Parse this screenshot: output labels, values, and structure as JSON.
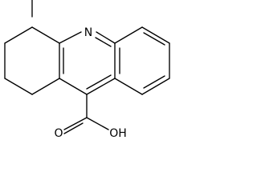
{
  "molecule": {
    "atoms": {
      "nitrogen": "N",
      "oxygen_carbonyl": "O",
      "hydroxyl": "OH"
    }
  }
}
